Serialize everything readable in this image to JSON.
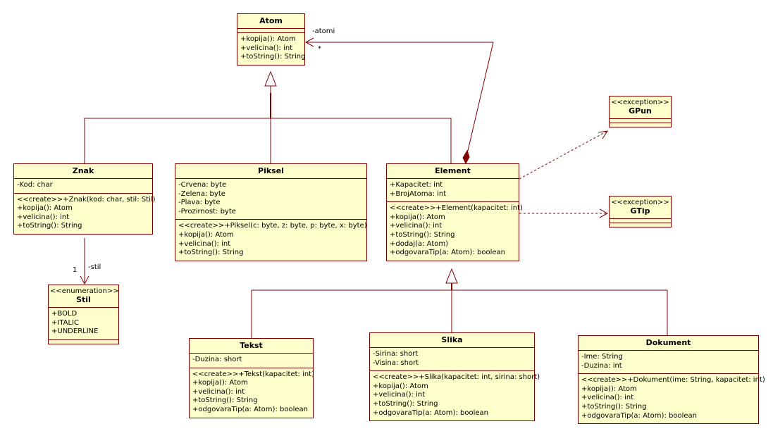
{
  "classes": {
    "atom": {
      "name": "Atom",
      "operations": [
        "+kopija(): Atom",
        "+velicina(): int",
        "+toString(): String"
      ]
    },
    "gpun": {
      "stereotype": "<<exception>>",
      "name": "GPun"
    },
    "gtip": {
      "stereotype": "<<exception>>",
      "name": "GTip"
    },
    "znak": {
      "name": "Znak",
      "attributes": [
        "-Kod: char"
      ],
      "operations": [
        "<<create>>+Znak(kod: char, stil: Stil)",
        "+kopija(): Atom",
        "+velicina(): int",
        "+toString(): String"
      ]
    },
    "piksel": {
      "name": "Piksel",
      "attributes": [
        "-Crvena: byte",
        "-Zelena: byte",
        "-Plava: byte",
        "-Prozirnost: byte"
      ],
      "operations": [
        "<<create>>+Piksel(c: byte, z: byte, p: byte, x: byte)",
        "+kopija(): Atom",
        "+velicina(): int",
        "+toString(): String"
      ]
    },
    "element": {
      "name": "Element",
      "attributes": [
        "+Kapacitet: int",
        "+BrojAtoma: int"
      ],
      "operations": [
        "<<create>>+Element(kapacitet: int)",
        "+kopija(): Atom",
        "+velicina(): int",
        "+toString(): String",
        "+dodaj(a: Atom)",
        "+odgovaraTip(a: Atom): boolean"
      ]
    },
    "stil": {
      "stereotype": "<<enumeration>>",
      "name": "Stil",
      "literals": [
        "+BOLD",
        "+ITALIC",
        "+UNDERLINE"
      ]
    },
    "tekst": {
      "name": "Tekst",
      "attributes": [
        "-Duzina: short"
      ],
      "operations": [
        "<<create>>+Tekst(kapacitet: int)",
        "+kopija(): Atom",
        "+velicina(): int",
        "+toString(): String",
        "+odgovaraTip(a: Atom): boolean"
      ]
    },
    "slika": {
      "name": "Slika",
      "attributes": [
        "-Sirina: short",
        "-Visina: short"
      ],
      "operations": [
        "<<create>>+Slika(kapacitet: int, sirina: short)",
        "+kopija(): Atom",
        "+velicina(): int",
        "+toString(): String",
        "+odgovaraTip(a: Atom): boolean"
      ]
    },
    "dokument": {
      "name": "Dokument",
      "attributes": [
        "-Ime: String",
        "-Duzina: int"
      ],
      "operations": [
        "<<create>>+Dokument(ime: String, kapacitet: int)",
        "+kopija(): Atom",
        "+velicina(): int",
        "+toString(): String",
        "+odgovaraTip(a: Atom): boolean"
      ]
    }
  },
  "associations": {
    "atomi": {
      "role": "-atomi",
      "multiplicity": "*"
    },
    "stil": {
      "role": "-stil",
      "multiplicity": "1"
    }
  },
  "colors": {
    "line": "#800000",
    "fill": "#ffffcc"
  }
}
